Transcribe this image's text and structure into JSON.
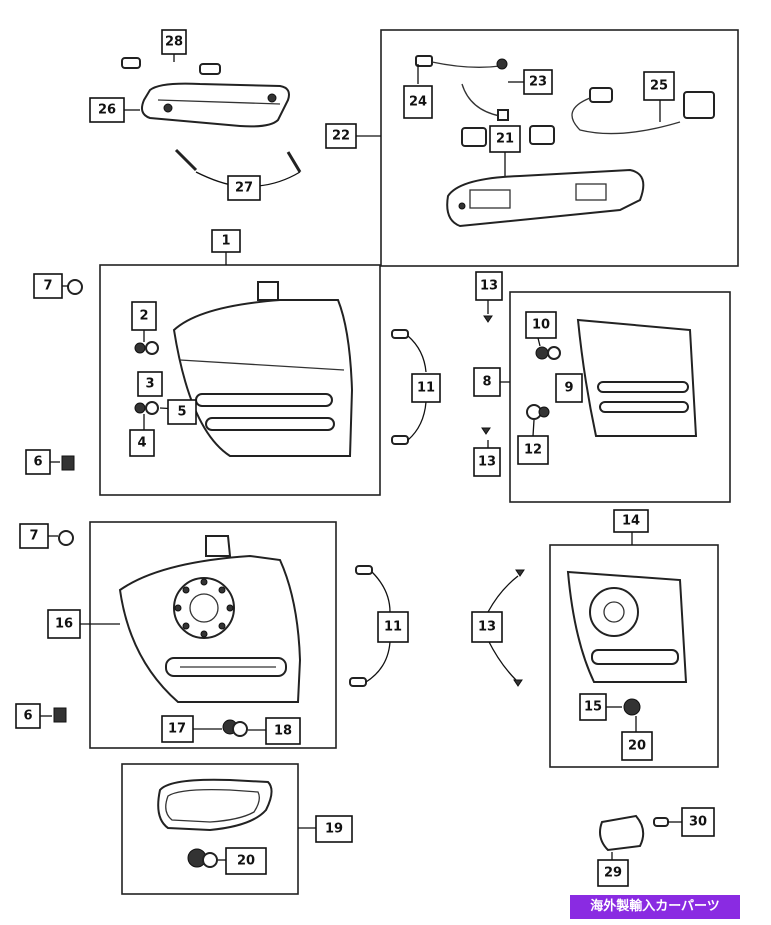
{
  "callouts": {
    "c1": "1",
    "c2": "2",
    "c3": "3",
    "c4": "4",
    "c5": "5",
    "c6a": "6",
    "c6b": "6",
    "c7a": "7",
    "c7b": "7",
    "c8": "8",
    "c9": "9",
    "c10": "10",
    "c11a": "11",
    "c11b": "11",
    "c12": "12",
    "c13a": "13",
    "c13b": "13",
    "c13c": "13",
    "c14": "14",
    "c15": "15",
    "c16": "16",
    "c17": "17",
    "c18": "18",
    "c19": "19",
    "c20a": "20",
    "c20b": "20",
    "c21": "21",
    "c22": "22",
    "c23": "23",
    "c24": "24",
    "c25": "25",
    "c26": "26",
    "c27": "27",
    "c28": "28",
    "c29": "29",
    "c30": "30"
  },
  "banner": {
    "text": "海外製輸入カーパーツ"
  }
}
